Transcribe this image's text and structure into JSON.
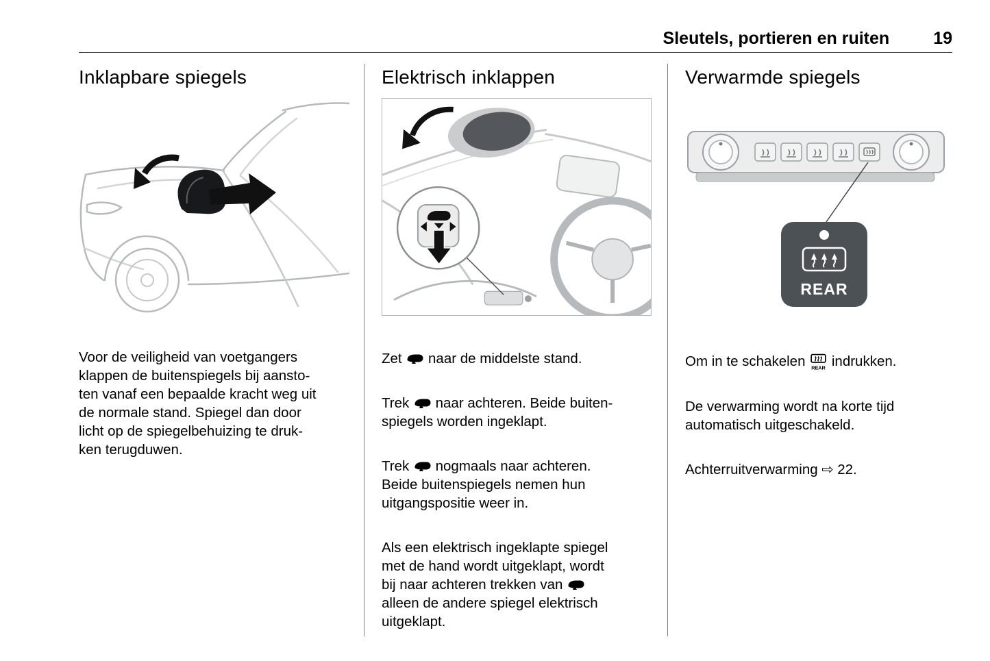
{
  "header": {
    "title": "Sleutels, portieren en ruiten",
    "page_number": "19"
  },
  "left": {
    "heading": "Inklapbare spiegels",
    "body": "Voor de veiligheid van voetgangers\nklappen de buitenspiegels bij aansto-\nten vanaf een bepaalde kracht weg uit\nde normale stand. Spiegel dan door\nlicht op de spiegelbehuizing te druk-\nken terugduwen."
  },
  "middle": {
    "heading": "Elektrisch inklappen",
    "p1_pre": "Zet ",
    "p1_post": " naar de middelste stand.",
    "p2_pre": "Trek ",
    "p2_post": " naar achteren. Beide buiten-\nspiegels worden ingeklapt.",
    "p3_pre": "Trek ",
    "p3_post": " nogmaals naar achteren.\nBeide buitenspiegels nemen hun\nuitgangspositie weer in.",
    "p4_pre": "Als een elektrisch ingeklapte spiegel\nmet de hand wordt uitgeklapt, wordt\nbij naar achteren trekken van ",
    "p4_post": "\nalleen de andere spiegel elektrisch\nuitgeklapt."
  },
  "right": {
    "heading": "Verwarmde spiegels",
    "p1_pre": "Om in te schakelen ",
    "p1_post": " indrukken.",
    "p2": "De verwarming wordt na korte tijd\nautomatisch uitgeschakeld.",
    "p3": "Achterruitverwarming ⇨ 22.",
    "rear_label": "REAR"
  },
  "icons": {
    "power_mirror": "power-mirror-icon",
    "heated_rear_window": "heated-rear-window-icon",
    "cross_reference_arrow": "⇨"
  },
  "colors": {
    "text": "#000000",
    "line_art": "#b7babc",
    "rear_button_dark": "#4c5156",
    "divider": "#7a7d7f"
  }
}
